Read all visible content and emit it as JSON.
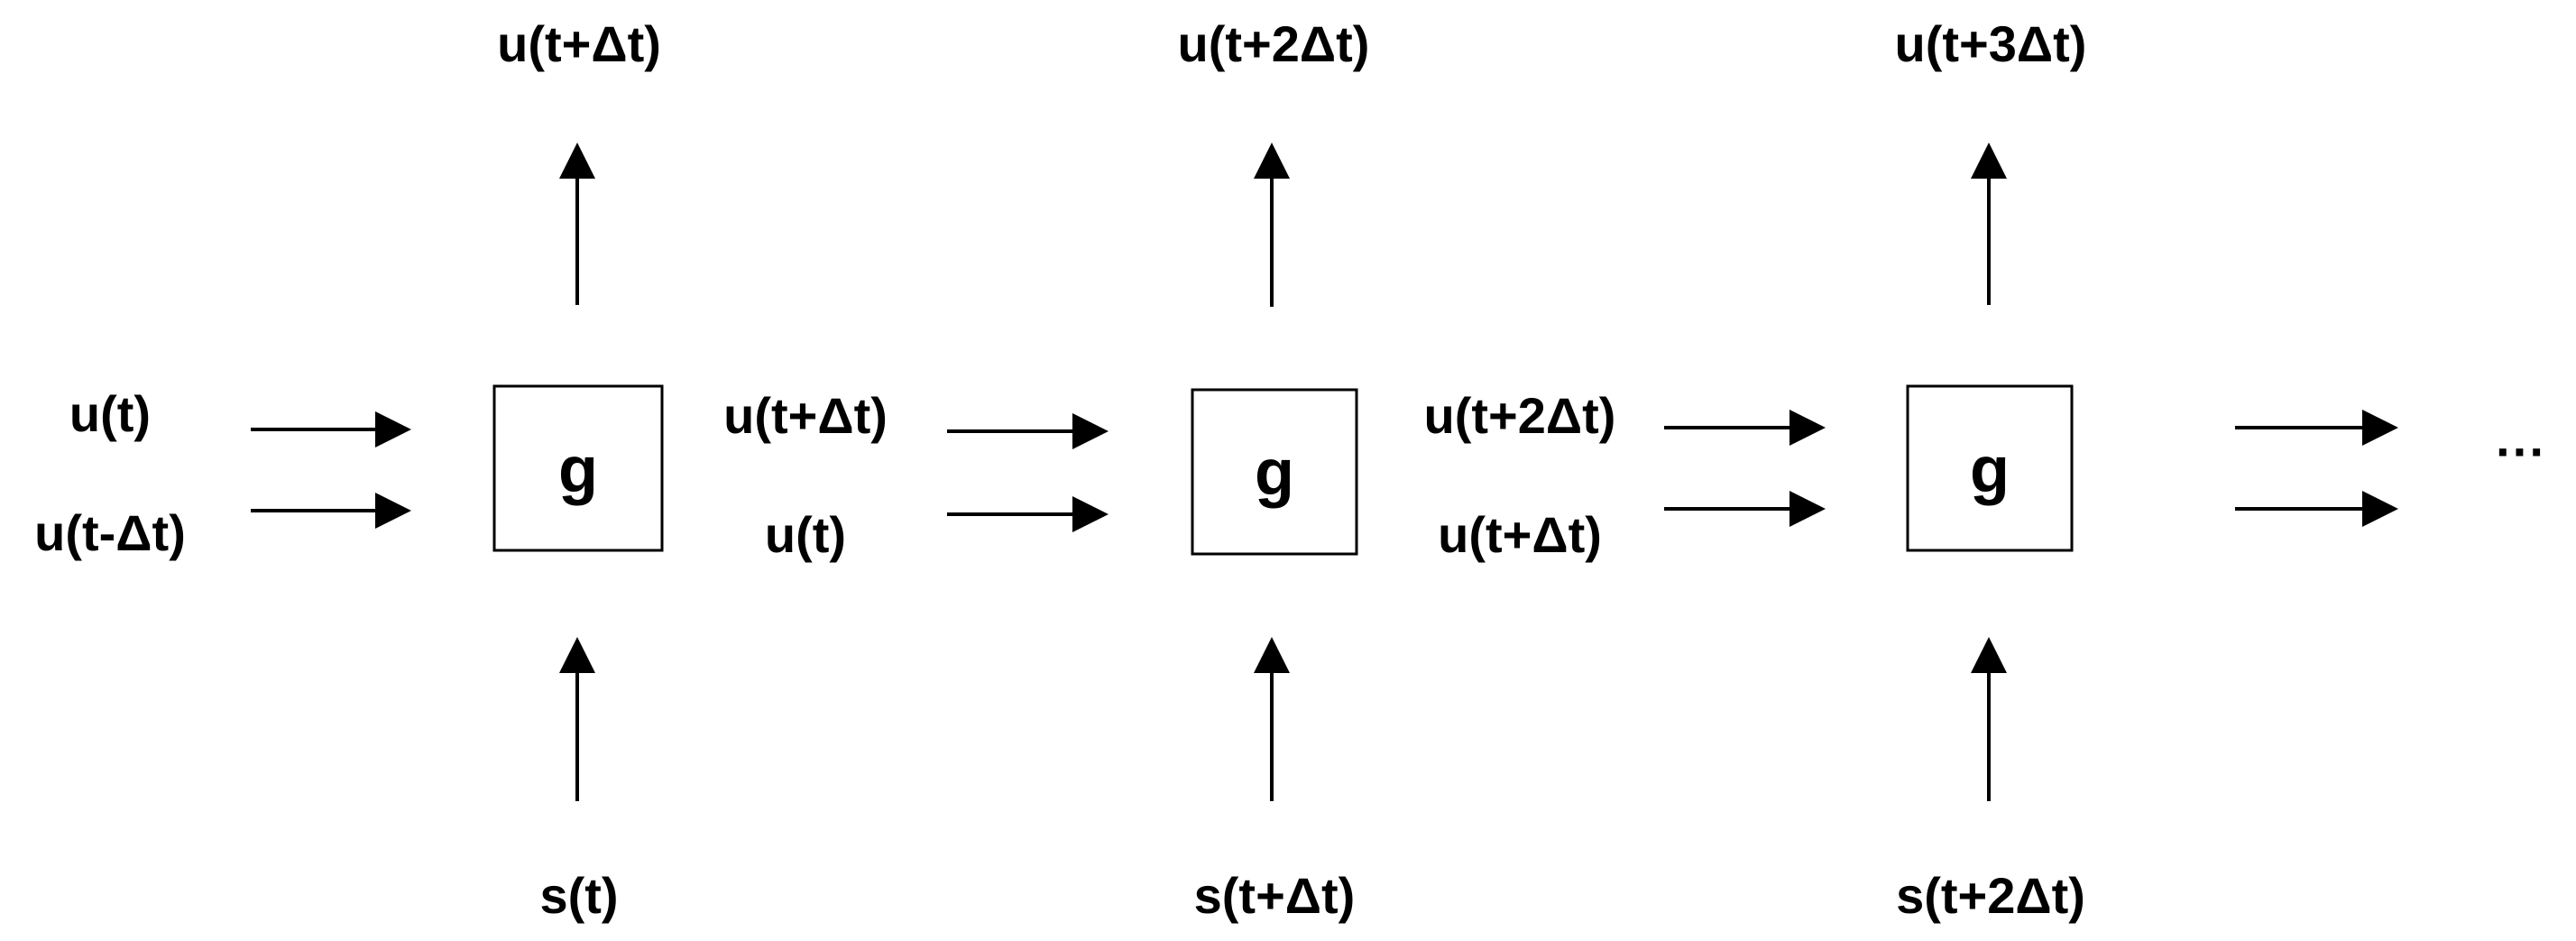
{
  "stages": [
    {
      "box_label": "g",
      "top_output": "u(t+Δt)",
      "bottom_input": "s(t)",
      "left_inputs": [
        "u(t)",
        "u(t-Δt)"
      ],
      "right_outputs": [
        "u(t+Δt)",
        "u(t)"
      ]
    },
    {
      "box_label": "g",
      "top_output": "u(t+2Δt)",
      "bottom_input": "s(t+Δt)",
      "right_outputs": [
        "u(t+2Δt)",
        "u(t+Δt)"
      ]
    },
    {
      "box_label": "g",
      "top_output": "u(t+3Δt)",
      "bottom_input": "s(t+2Δt)"
    }
  ],
  "continuation": "···"
}
